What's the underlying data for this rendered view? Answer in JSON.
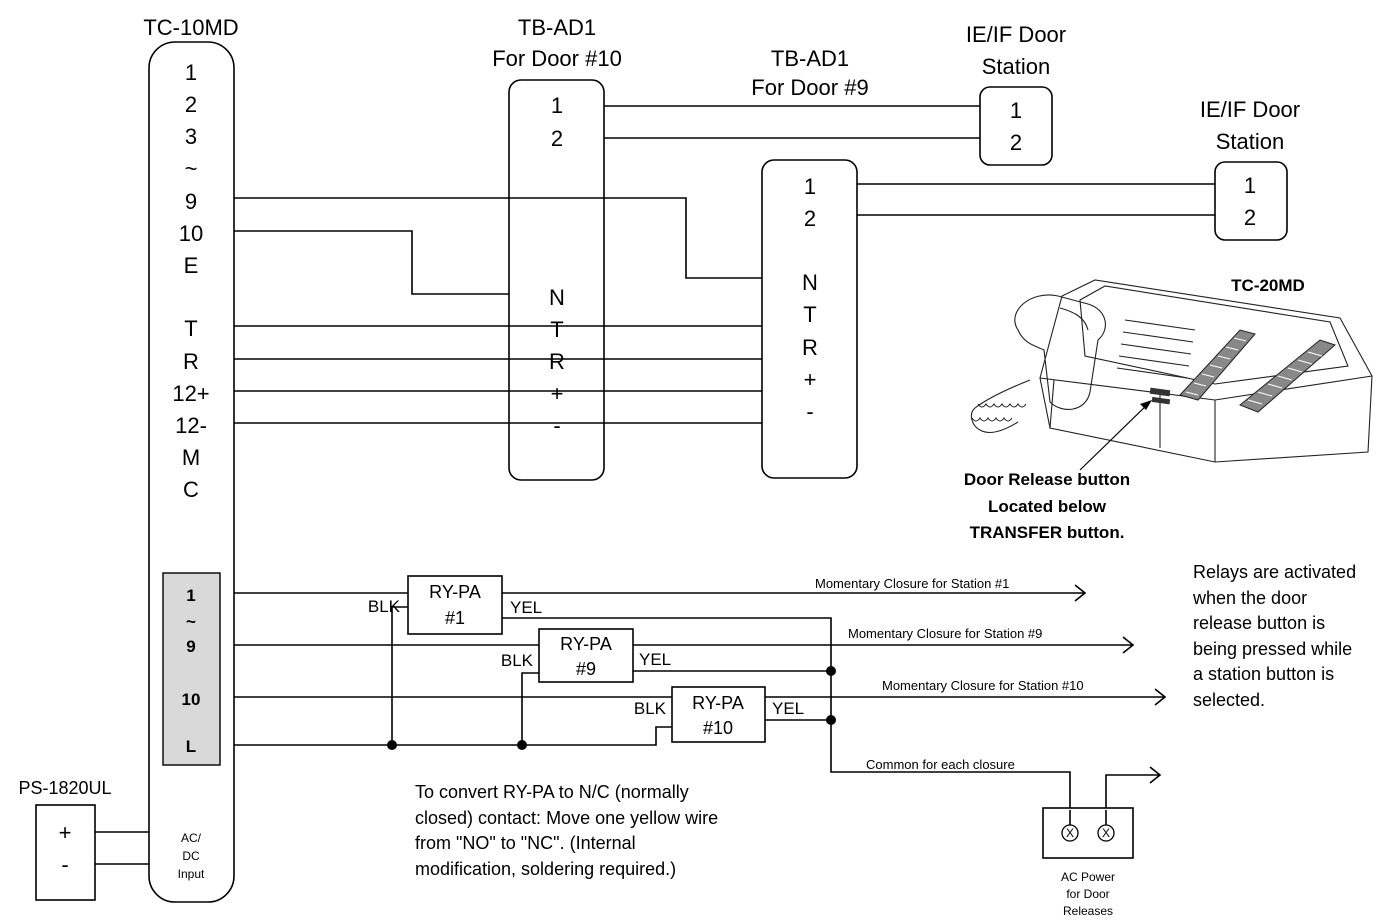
{
  "tc10md": {
    "title": "TC-10MD",
    "terminals": [
      "1",
      "2",
      "3",
      "~",
      "9",
      "10",
      "E",
      "T",
      "R",
      "12+",
      "12-",
      "M",
      "C"
    ],
    "lower_terminals": [
      "1",
      "~",
      "9",
      "10",
      "L"
    ],
    "input_label": [
      "AC/",
      "DC",
      "Input"
    ]
  },
  "tbad1_door10": {
    "title": [
      "TB-AD1",
      "For Door #10"
    ],
    "top_terminals": [
      "1",
      "2"
    ],
    "bottom_terminals": [
      "N",
      "T",
      "R",
      "+",
      "-"
    ]
  },
  "tbad1_door9": {
    "title": [
      "TB-AD1",
      "For Door #9"
    ],
    "top_terminals": [
      "1",
      "2"
    ],
    "bottom_terminals": [
      "N",
      "T",
      "R",
      "+",
      "-"
    ]
  },
  "door_station_1": {
    "title": [
      "IE/IF Door",
      "Station"
    ],
    "terminals": [
      "1",
      "2"
    ]
  },
  "door_station_2": {
    "title": [
      "IE/IF Door",
      "Station"
    ],
    "terminals": [
      "1",
      "2"
    ]
  },
  "tc20md": {
    "title": "TC-20MD",
    "callout": [
      "Door Release button",
      "Located below",
      "TRANSFER button."
    ]
  },
  "relay_note": [
    "Relays are activated",
    "when the door",
    "release button is",
    "being pressed while",
    "a station button is",
    "selected."
  ],
  "relays": [
    {
      "name": [
        "RY-PA",
        "#1"
      ],
      "in": "BLK",
      "out": "YEL",
      "closure": "Momentary Closure for Station #1"
    },
    {
      "name": [
        "RY-PA",
        "#9"
      ],
      "in": "BLK",
      "out": "YEL",
      "closure": "Momentary Closure for Station #9"
    },
    {
      "name": [
        "RY-PA",
        "#10"
      ],
      "in": "BLK",
      "out": "YEL",
      "closure": "Momentary Closure for Station #10"
    }
  ],
  "common_label": "Common for each closure",
  "ac_power_label": [
    "AC Power",
    "for Door",
    "Releases"
  ],
  "lamp_symbol": "X",
  "power_supply": {
    "title": "PS-1820UL",
    "terminals": [
      "+",
      "-"
    ]
  },
  "nc_note": [
    "To convert RY-PA to N/C (normally",
    "closed) contact:  Move one yellow wire",
    "from \"NO\" to \"NC\".  (Internal",
    "modification, soldering required.)"
  ]
}
